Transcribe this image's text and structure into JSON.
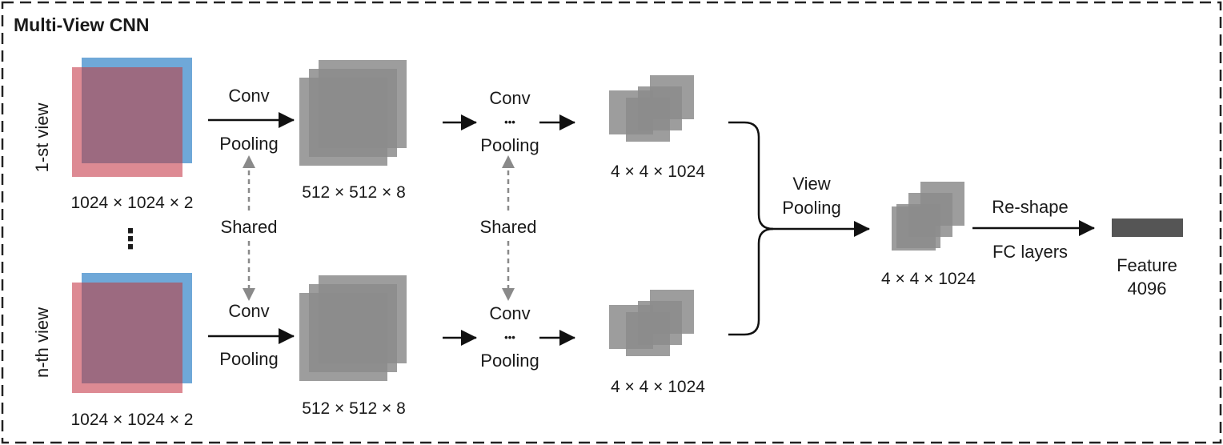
{
  "title": "Multi-View CNN",
  "views": {
    "first": "1-st view",
    "nth": "n-th view",
    "ellipsis": "⋮"
  },
  "labels": {
    "conv": "Conv",
    "pooling": "Pooling",
    "dots": "•••",
    "shared": "Shared",
    "view": "View",
    "re_shape": "Re-shape",
    "fc_layers": "FC layers",
    "feature": "Feature",
    "feature_size": "4096"
  },
  "dims": {
    "input": "1024 × 1024 × 2",
    "conv1": "512 × 512 × 8",
    "deep": "4 × 4 × 1024",
    "pooled": "4 × 4 × 1024"
  },
  "colors": {
    "input_blue": "#6fa8d8",
    "input_red": "#dd8a93",
    "input_overlap": "#9c6a80",
    "feature_gray": "#8c8c8c",
    "feature_dark": "#555555",
    "arrow": "#111111",
    "shared_arrow": "#8a8a8a",
    "border": "#222222"
  }
}
